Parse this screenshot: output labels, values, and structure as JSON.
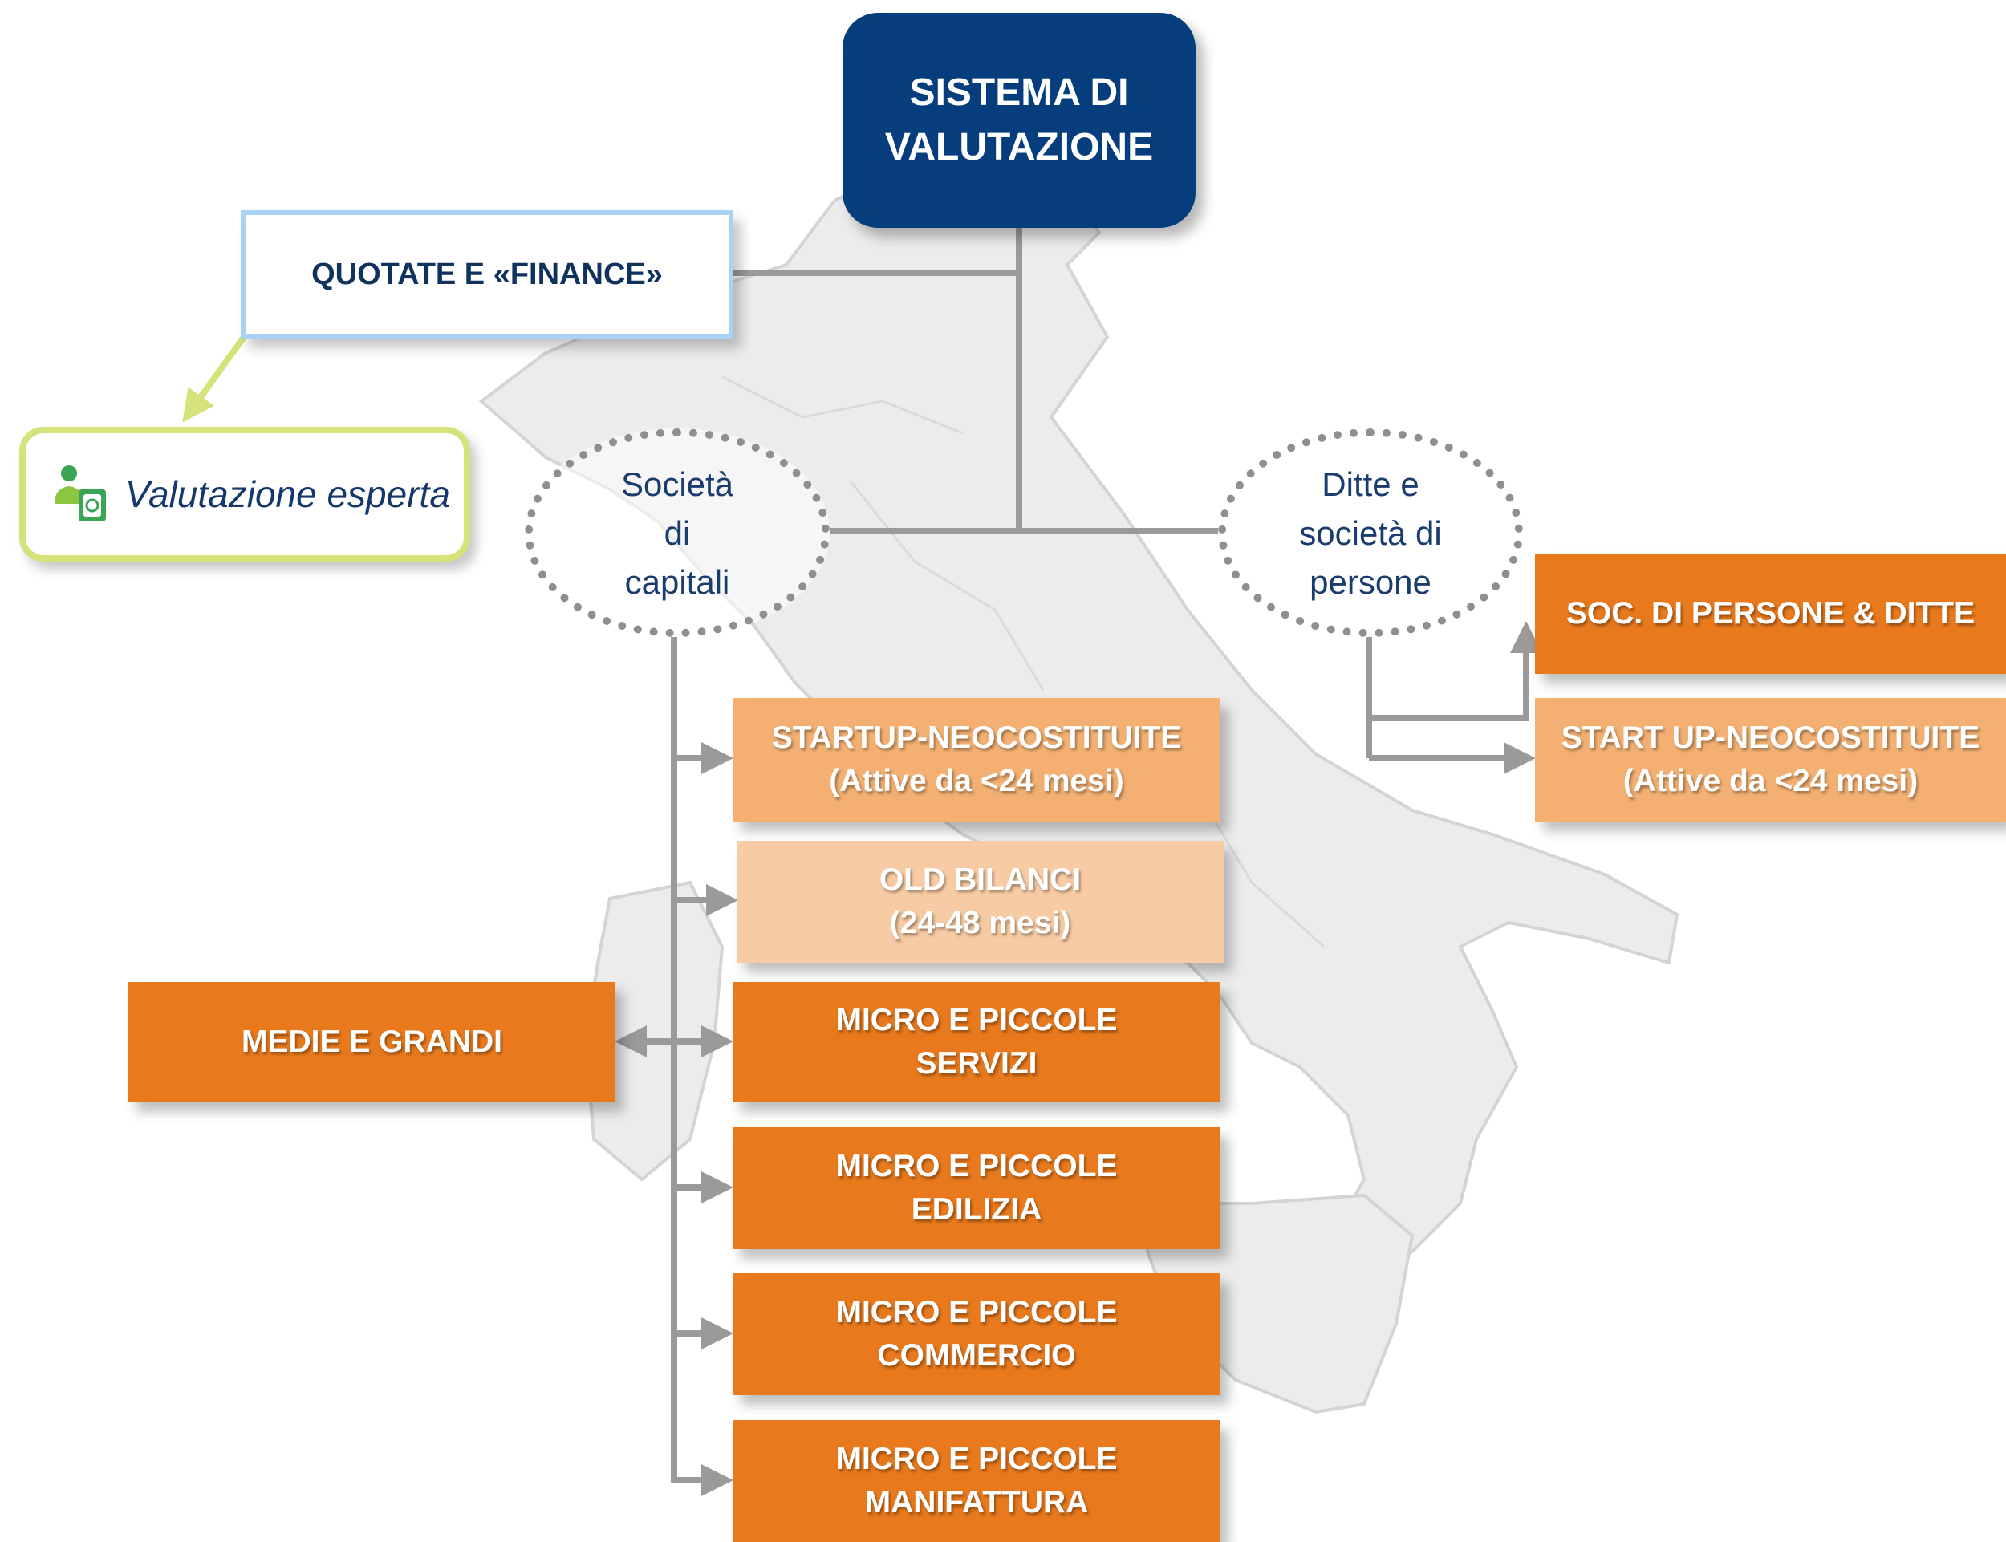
{
  "colors": {
    "navy": "#063d7c",
    "orange": "#e8791d",
    "light_orange": "#f3b072",
    "pale_orange": "#f7cba3",
    "connector_gray": "#9a9a9a",
    "lime": "#d6e27a",
    "light_blue": "#a9d2f5"
  },
  "background": {
    "icon": "italy-map-silhouette"
  },
  "root": {
    "line1": "SISTEMA DI",
    "line2": "VALUTAZIONE"
  },
  "quotate": {
    "label": "QUOTATE E «FINANCE»"
  },
  "esperta": {
    "label": "Valutazione esperta",
    "icon": "expert-person-icon"
  },
  "capitali": {
    "line1": "Società",
    "line2": "di",
    "line3": "capitali"
  },
  "ditte": {
    "line1": "Ditte e",
    "line2": "società di",
    "line3": "persone"
  },
  "capitali_children": [
    {
      "line1": "STARTUP-NEOCOSTITUITE",
      "line2": "(Attive da <24 mesi)"
    },
    {
      "line1": "OLD BILANCI",
      "line2": "(24-48 mesi)"
    },
    {
      "line1": "MICRO E PICCOLE",
      "line2": "SERVIZI"
    },
    {
      "line1": "MICRO E PICCOLE",
      "line2": "EDILIZIA"
    },
    {
      "line1": "MICRO E PICCOLE",
      "line2": "COMMERCIO"
    },
    {
      "line1": "MICRO E PICCOLE",
      "line2": "MANIFATTURA"
    }
  ],
  "medie": {
    "label": "MEDIE E GRANDI"
  },
  "ditte_children": [
    {
      "line1": "SOC. DI PERSONE & DITTE"
    },
    {
      "line1": "START UP-NEOCOSTITUITE",
      "line2": "(Attive da <24 mesi)"
    }
  ]
}
